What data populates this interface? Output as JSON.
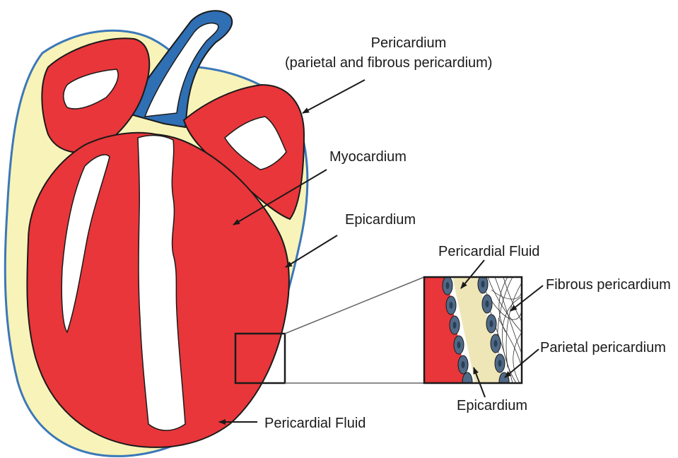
{
  "labels": {
    "pericardium_title": "Pericardium",
    "pericardium_sub": "(parietal and fibrous pericardium)",
    "myocardium": "Myocardium",
    "epicardium_main": "Epicardium",
    "pericardial_fluid_inset": "Pericardial Fluid",
    "fibrous_pericardium": "Fibrous pericardium",
    "parietal_pericardium": "Parietal pericardium",
    "epicardium_inset": "Epicardium",
    "pericardial_fluid_bottom": "Pericardial Fluid"
  },
  "colors": {
    "myocardium": "#e8363a",
    "pericardial_fluid": "#f8f3b8",
    "pericardium_line": "#3b78b8",
    "vessel": "#2f6fb4",
    "cavity": "#ffffff",
    "outline": "#1a1a1a",
    "cell": "#4f6a87",
    "cell_nucleus": "#2c3e55",
    "inset_fluid": "#efe6b8"
  }
}
